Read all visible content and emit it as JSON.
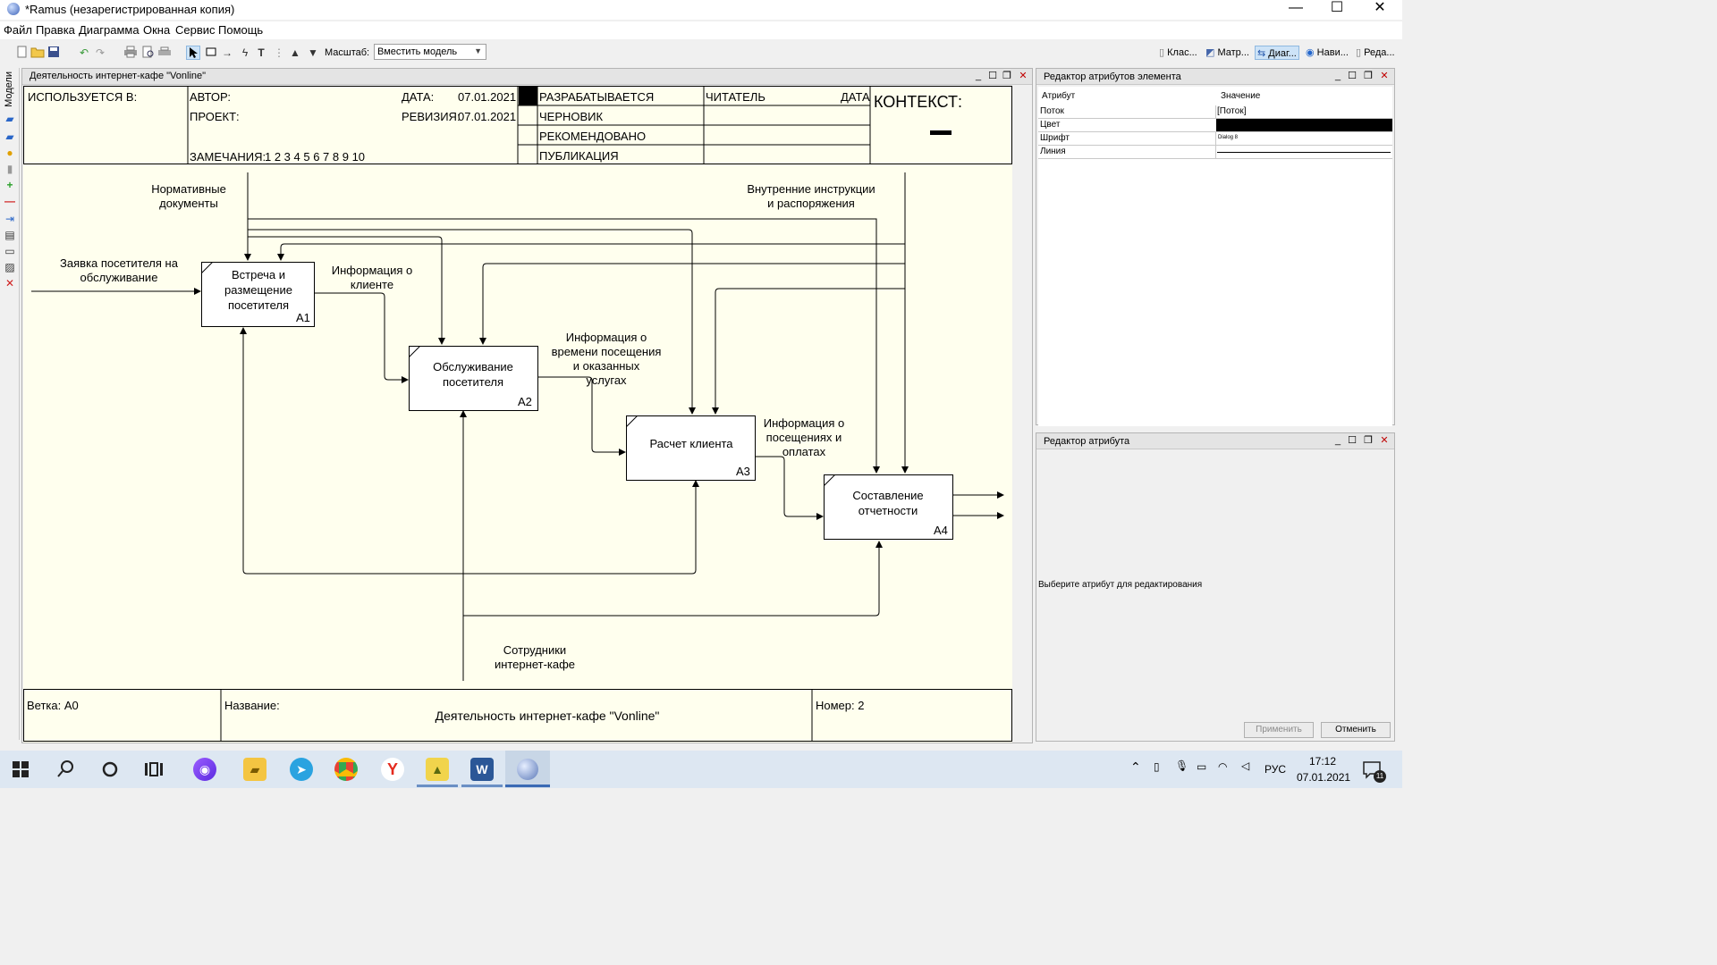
{
  "app": {
    "title": "*Ramus (незарегистрированная копия)",
    "window_controls": [
      "—",
      "☐",
      "✕"
    ]
  },
  "menu": [
    "Файл",
    "Правка",
    "Диаграмма",
    "Окна",
    "Сервис",
    "Помощь"
  ],
  "toolbar": {
    "scale_label": "Масштаб:",
    "scale_value": "Вместить модель",
    "view_tabs": [
      "Клас...",
      "Матр...",
      "Диаг...",
      "Нави...",
      "Реда..."
    ]
  },
  "sidebar": {
    "models_label": "Модели"
  },
  "diagram_window": {
    "title": "Деятельность интернет-кафе \"Vonline\"",
    "header": {
      "used_in": "ИСПОЛЬЗУЕТСЯ В:",
      "author": "АВТОР:",
      "project": "ПРОЕКТ:",
      "notes": "ЗАМЕЧАНИЯ:",
      "notes_values": "1 2 3 4 5 6 7 8 9 10",
      "date_label": "ДАТА:",
      "date_value": "07.01.2021",
      "revision_label": "РЕВИЗИЯ:",
      "revision_value": "07.01.2021",
      "status": [
        "РАЗРАБАТЫВАЕТСЯ",
        "ЧЕРНОВИК",
        "РЕКОМЕНДОВАНО",
        "ПУБЛИКАЦИЯ"
      ],
      "reader": "ЧИТАТЕЛЬ",
      "reader_date": "ДАТА",
      "context": "КОНТЕКСТ:"
    },
    "blocks": [
      {
        "label": "Встреча и размещение посетителя",
        "id": "A1"
      },
      {
        "label": "Обслуживание посетителя",
        "id": "A2"
      },
      {
        "label": "Расчет клиента",
        "id": "A3"
      },
      {
        "label": "Составление отчетности",
        "id": "A4"
      }
    ],
    "arrows": {
      "normative": "Нормативные документы",
      "internal": "Внутренние инструкции и распоряжения",
      "request": "Заявка посетителя на обслуживание",
      "client_info": "Информация о клиенте",
      "visit_info": "Информация о времени посещения и оказанных услугах",
      "payments_info": "Информация о посещениях и оплатах",
      "staff": "Сотрудники интернет-кафе"
    },
    "footer": {
      "branch": "Ветка: A0",
      "name_label": "Название:",
      "name_value": "Деятельность интернет-кафе \"Vonline\"",
      "number": "Номер: 2"
    }
  },
  "attr_editor": {
    "title": "Редактор атрибутов элемента",
    "col_attr": "Атрибут",
    "col_value": "Значение",
    "rows": [
      {
        "attr": "Поток",
        "value": "[Поток]"
      },
      {
        "attr": "Цвет",
        "value": ""
      },
      {
        "attr": "Шрифт",
        "value": "Dialog 8"
      },
      {
        "attr": "Линия",
        "value": ""
      }
    ]
  },
  "single_attr_editor": {
    "title": "Редактор атрибута",
    "hint": "Выберите атрибут для редактирования",
    "apply": "Применить",
    "cancel": "Отменить"
  },
  "taskbar": {
    "lang": "РУС",
    "time": "17:12",
    "date": "07.01.2021",
    "notifications": "11"
  },
  "colors": {
    "canvas": "#ffffee",
    "attr_color_value": "#000000"
  }
}
